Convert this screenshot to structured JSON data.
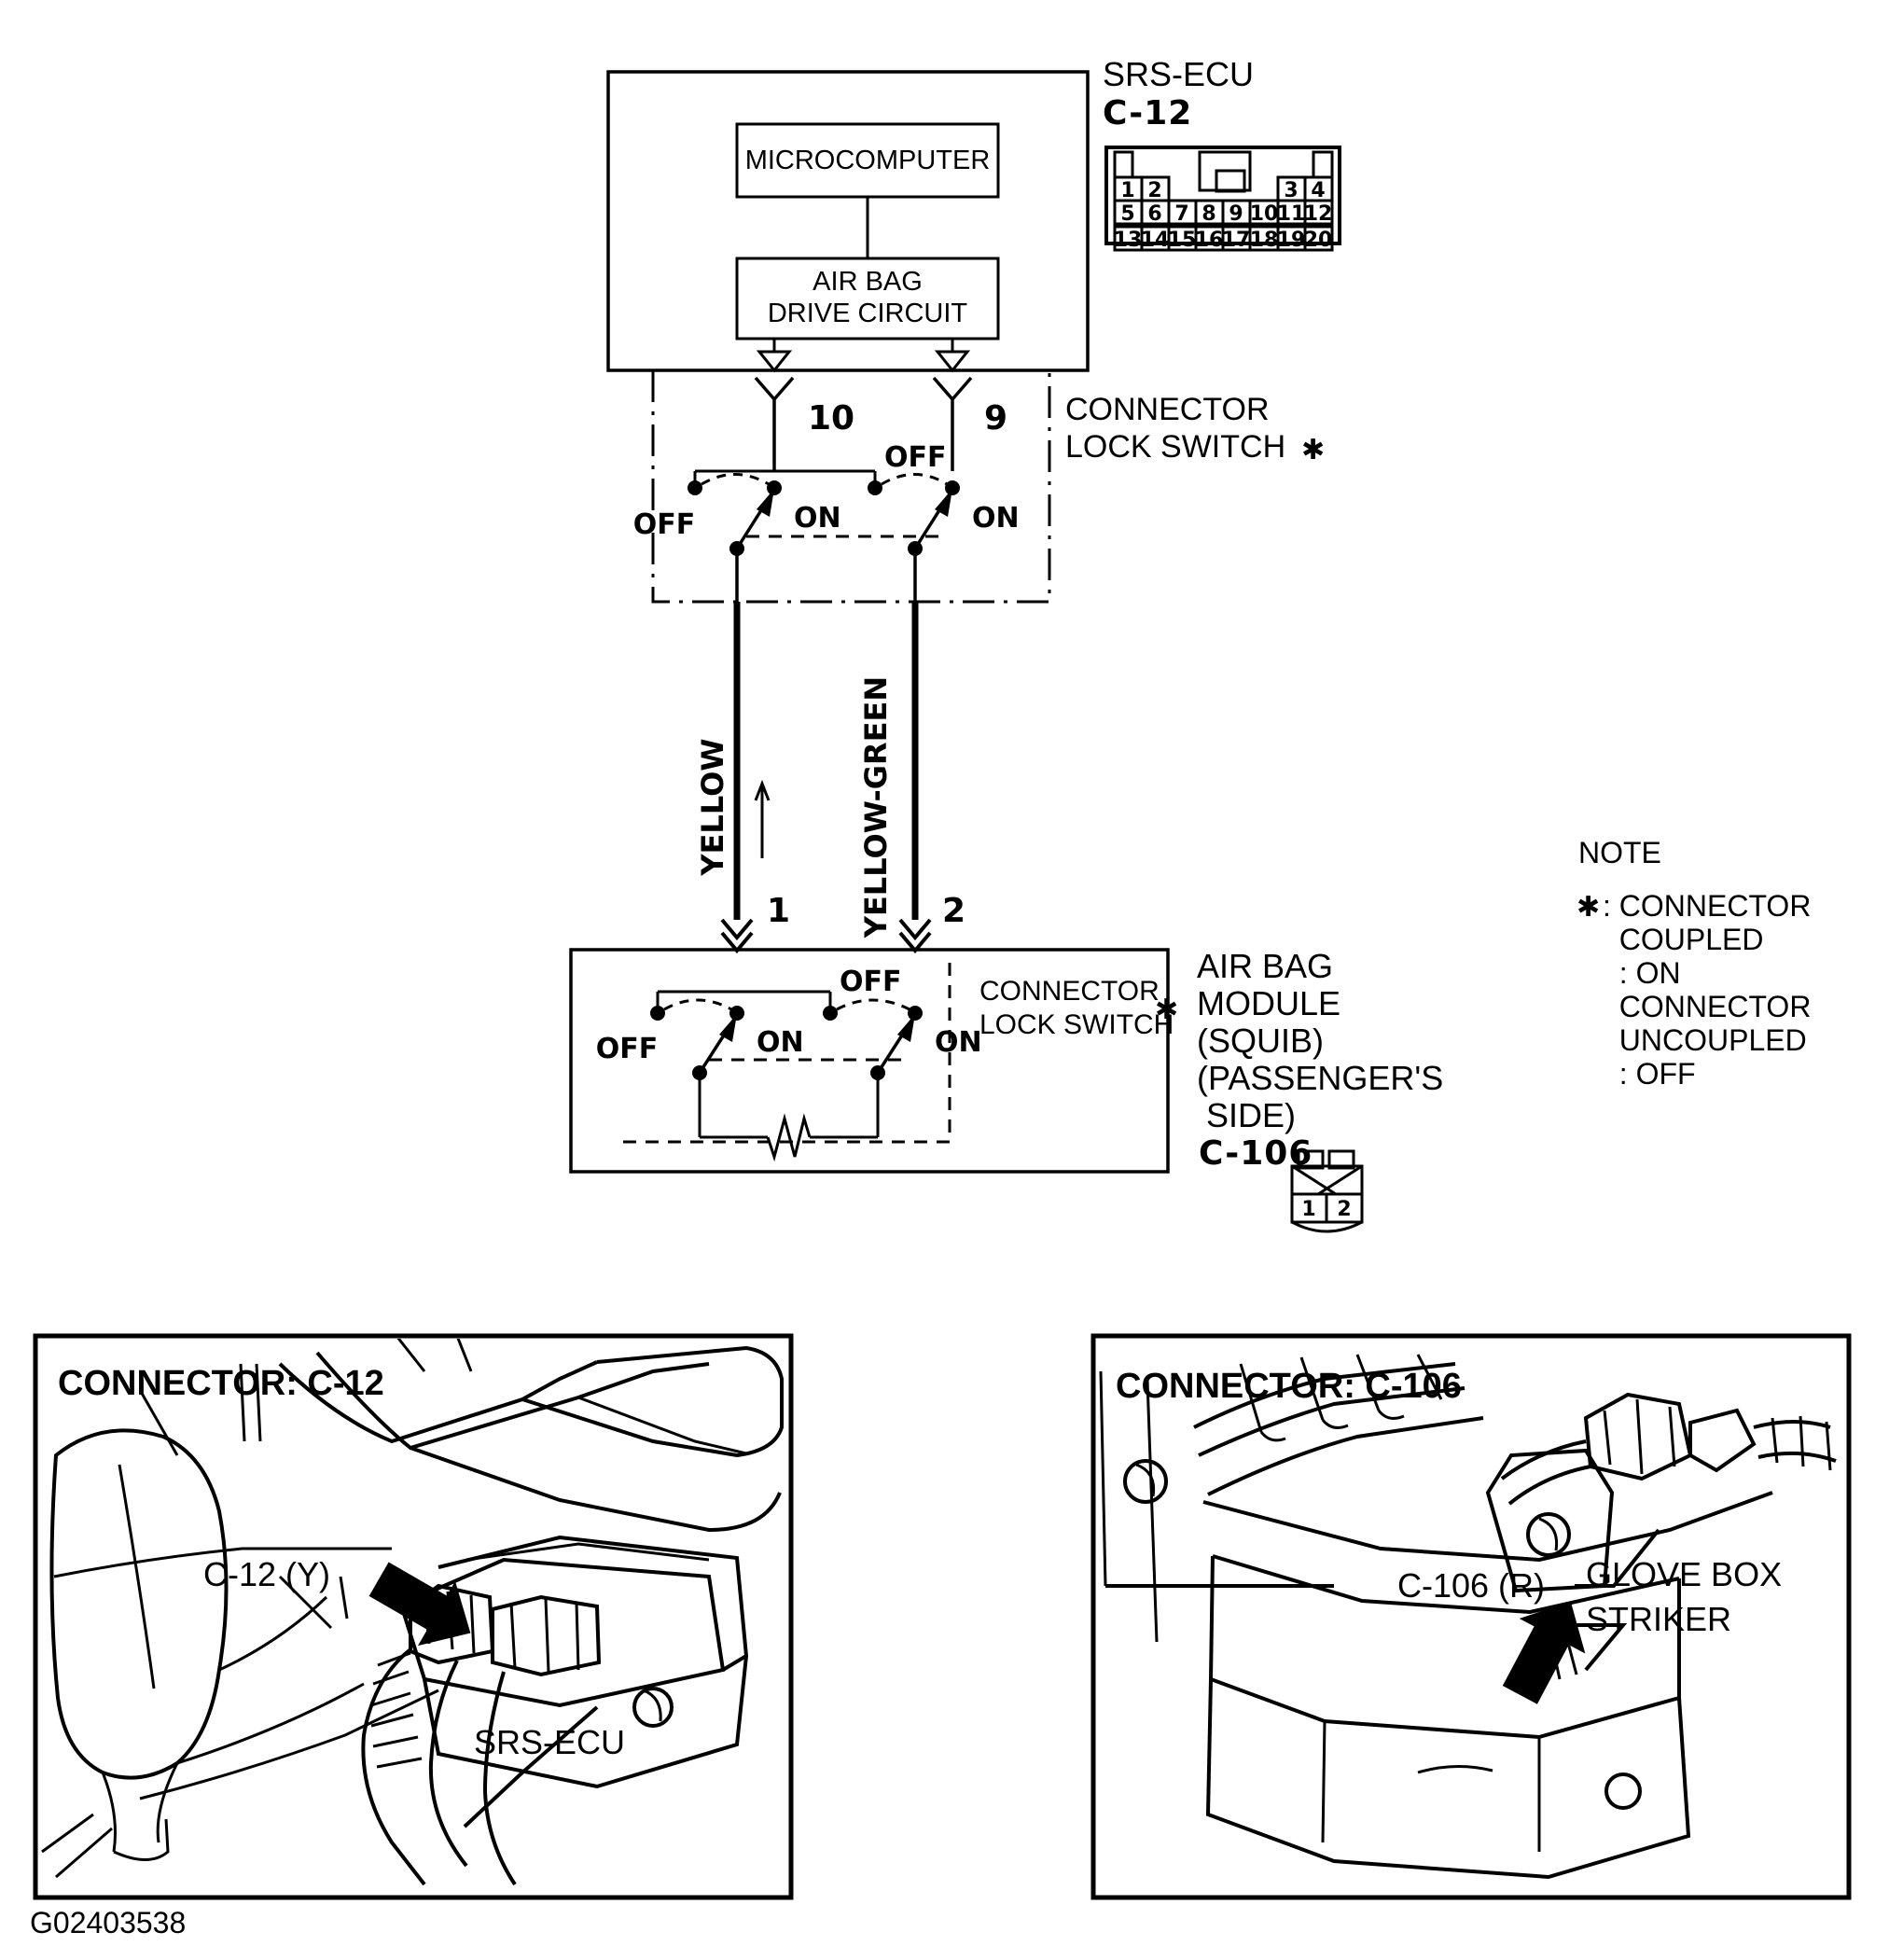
{
  "figure": {
    "id": "G02403538",
    "kind": "srs-air-bag-module-passenger-side-circuit-diagram"
  },
  "ecu": {
    "title": "SRS-ECU",
    "connector_id": "C-12",
    "blocks": {
      "microcomputer": "MICROCOMPUTER",
      "drive_circuit_line1": "AIR BAG",
      "drive_circuit_line2": "DRIVE CIRCUIT"
    },
    "pins": [
      "10",
      "9"
    ],
    "connector_pin_rows": [
      [
        "1",
        "2",
        "",
        "",
        "",
        "",
        "3",
        "4"
      ],
      [
        "5",
        "6",
        "7",
        "8",
        "9",
        "10",
        "11",
        "12"
      ],
      [
        "13",
        "14",
        "15",
        "16",
        "17",
        "18",
        "19",
        "20"
      ]
    ]
  },
  "upper_switch": {
    "title_line1": "CONNECTOR",
    "title_line2": "LOCK SWITCH",
    "asterisk": "✱",
    "labels": {
      "off_left": "OFF",
      "on_left": "ON",
      "off_right": "OFF",
      "on_right": "ON"
    }
  },
  "wires": [
    {
      "color_label": "YELLOW",
      "squib_pin": "1",
      "ecu_pin": "10"
    },
    {
      "color_label": "YELLOW-GREEN",
      "squib_pin": "2",
      "ecu_pin": "9"
    }
  ],
  "module": {
    "name_line1": "AIR BAG",
    "name_line2": "MODULE",
    "name_line3": "(SQUIB)",
    "name_line4": "(PASSENGER'S",
    "name_line5": " SIDE)",
    "connector_id": "C-106",
    "connector_pins": [
      "1",
      "2"
    ],
    "switch": {
      "title_line1": "CONNECTOR",
      "title_line2": "LOCK SWITCH",
      "asterisk": "✱",
      "labels": {
        "off_left": "OFF",
        "on_left": "ON",
        "off_right": "OFF",
        "on_right": "ON"
      }
    }
  },
  "note": {
    "heading": "NOTE",
    "marker": "✱",
    "lines": [
      ": CONNECTOR",
      "  COUPLED",
      "  : ON",
      "  CONNECTOR",
      "  UNCOUPLED",
      "  : OFF"
    ]
  },
  "panels": [
    {
      "title": "CONNECTOR: C-12",
      "callouts": [
        {
          "text": "C-12 (Y)"
        },
        {
          "text": "SRS-ECU"
        }
      ]
    },
    {
      "title": "CONNECTOR: C-106",
      "callouts": [
        {
          "text": "C-106 (R)"
        },
        {
          "text": "GLOVE BOX"
        },
        {
          "text": "STRIKER"
        }
      ]
    }
  ],
  "colors": {
    "ink": "#000000",
    "paper": "#ffffff"
  }
}
